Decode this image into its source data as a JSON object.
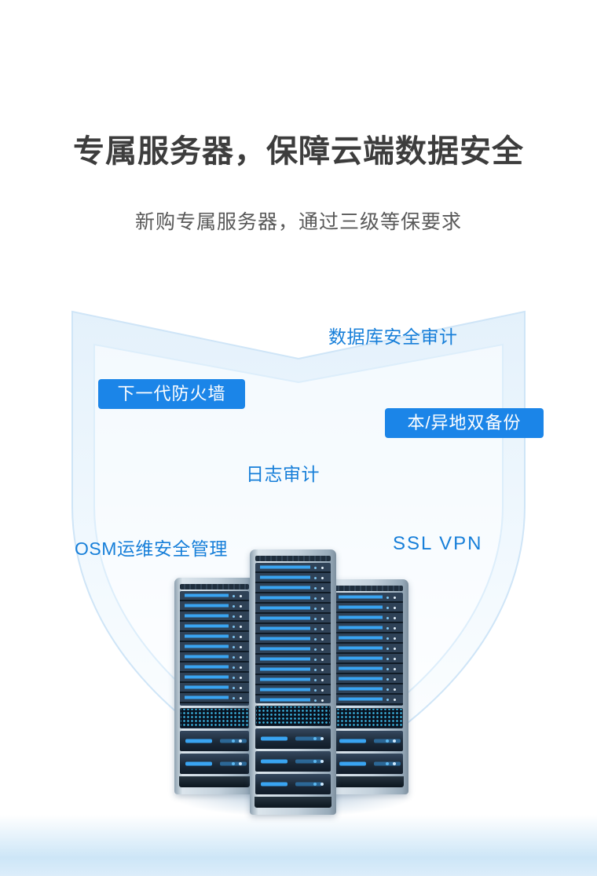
{
  "header": {
    "title": "专属服务器，保障云端数据安全",
    "subtitle": "新购专属服务器，通过三级等保要求"
  },
  "features": {
    "database_audit": {
      "label": "数据库安全审计"
    },
    "next_gen_firewall": {
      "label": "下一代防火墙"
    },
    "dual_backup": {
      "label": "本/异地双备份"
    },
    "log_audit": {
      "label": "日志审计"
    },
    "osm_management": {
      "label": "OSM运维安全管理"
    },
    "ssl_vpn": {
      "label": "SSL VPN"
    }
  },
  "illustration": {
    "shield_icon": "security-shield",
    "servers_icon": "server-rack-cluster"
  },
  "colors": {
    "accent_blue": "#1b85e8",
    "feature_text_blue": "#177fd9",
    "heading_text": "#3d3d3d",
    "subtitle_text": "#595959",
    "shield_fill_top": "#e4f1fb",
    "bottom_band": "#cde6f7",
    "server_led_blue": "#39a4f2"
  }
}
